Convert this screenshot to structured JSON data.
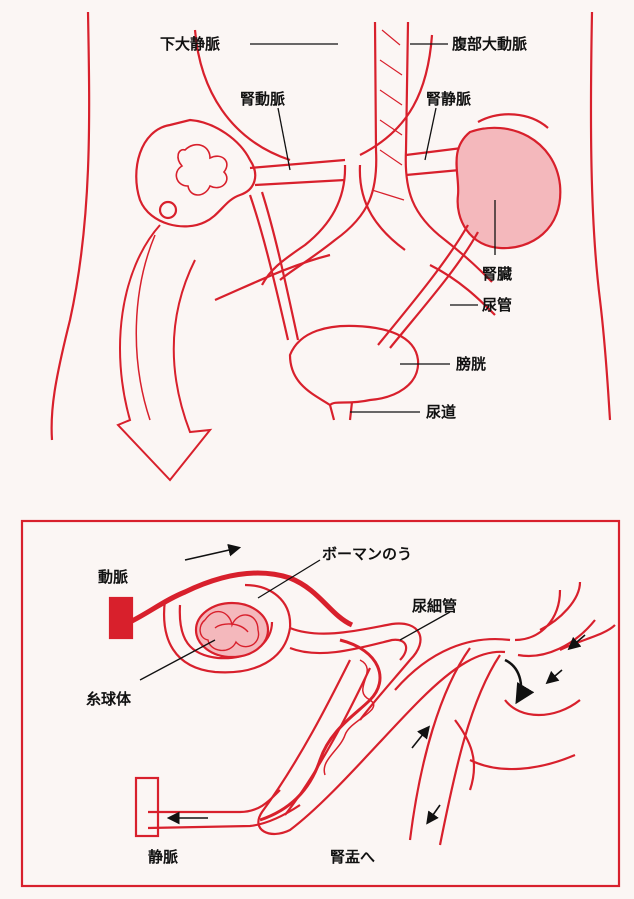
{
  "upper": {
    "labels": {
      "inferior_vena_cava": "下大静脈",
      "abdominal_aorta": "腹部大動脈",
      "renal_artery": "腎動脈",
      "renal_vein": "腎静脈",
      "kidney": "腎臓",
      "ureter": "尿管",
      "bladder": "膀胱",
      "urethra": "尿道"
    }
  },
  "lower": {
    "labels": {
      "artery": "動脈",
      "bowman_capsule": "ボーマンのう",
      "renal_tubule": "尿細管",
      "glomerulus": "糸球体",
      "vein": "静脈",
      "to_renal_pelvis": "腎盂へ"
    }
  },
  "colors": {
    "red": "#d8202c",
    "pink_fill": "#f4b8bc",
    "background": "#fbf6f4",
    "label_text": "#111111"
  },
  "icons": {
    "flow_arrow": "curved-arrow",
    "direction_arrow": "small-arrow"
  }
}
